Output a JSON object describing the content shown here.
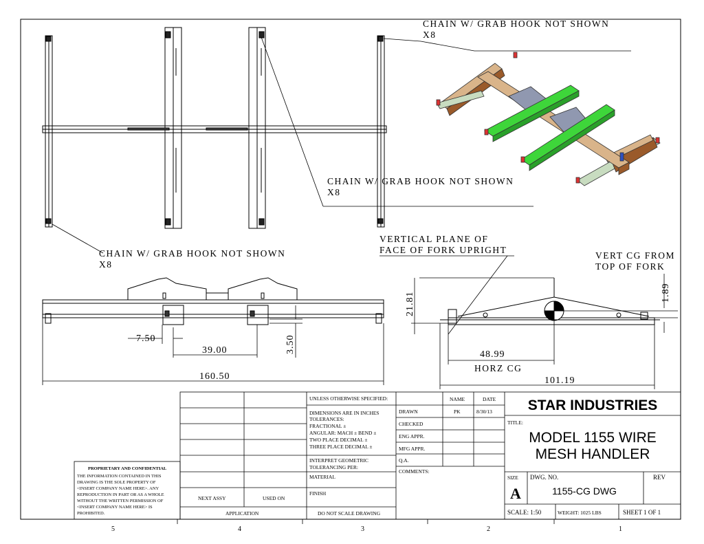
{
  "callouts": {
    "chain_top_right": "CHAIN W/ GRAB HOOK NOT SHOWN",
    "chain_top_right_qty": "X8",
    "chain_middle": "CHAIN W/ GRAB HOOK NOT SHOWN",
    "chain_middle_qty": "X8",
    "chain_left": "CHAIN W/ GRAB HOOK NOT SHOWN",
    "chain_left_qty": "X8",
    "vertical_plane_1": "VERTICAL PLANE OF",
    "vertical_plane_2": "FACE OF FORK UPRIGHT",
    "vert_cg_1": "VERT CG FROM",
    "vert_cg_2": "TOP OF FORK",
    "horz_cg": "HORZ CG"
  },
  "dimensions": {
    "d_7_50": "7.50",
    "d_39_00": "39.00",
    "d_3_50": "3.50",
    "d_160_50": "160.50",
    "d_21_81": "21.81",
    "d_48_99": "48.99",
    "d_101_19": "101.19",
    "d_1_89": "1.89"
  },
  "title_block": {
    "company": "STAR INDUSTRIES",
    "title_label": "TITLE:",
    "title_line1": "MODEL 1155 WIRE",
    "title_line2": "MESH HANDLER",
    "size_label": "SIZE",
    "size_value": "A",
    "dwg_no_label": "DWG. NO.",
    "dwg_no_value": "1155-CG DWG",
    "rev_label": "REV",
    "scale": "SCALE: 1:50",
    "weight": "WEIGHT: 1025 LBS",
    "sheet": "SHEET 1 OF 1",
    "col_name": "NAME",
    "col_date": "DATE",
    "rows": [
      "DRAWN",
      "CHECKED",
      "ENG APPR.",
      "MFG APPR.",
      "Q.A.",
      "COMMENTS:"
    ],
    "drawn_name": "PK",
    "drawn_date": "8/30/13",
    "spec_1": "UNLESS OTHERWISE SPECIFIED:",
    "spec_2": "DIMENSIONS ARE IN INCHES",
    "spec_3": "TOLERANCES:",
    "spec_4": "FRACTIONAL ±",
    "spec_5": "ANGULAR: MACH ±    BEND ±",
    "spec_6": "TWO PLACE DECIMAL    ±",
    "spec_7": "THREE PLACE DECIMAL  ±",
    "spec_8": "INTERPRET GEOMETRIC",
    "spec_9": "TOLERANCING PER:",
    "material": "MATERIAL",
    "finish": "FINISH",
    "do_not_scale": "DO NOT SCALE DRAWING",
    "next_assy": "NEXT ASSY",
    "used_on": "USED ON",
    "application": "APPLICATION"
  },
  "proprietary": {
    "heading": "PROPRIETARY AND CONFIDENTIAL",
    "l1": "THE INFORMATION CONTAINED IN THIS",
    "l2": "DRAWING IS THE SOLE PROPERTY OF",
    "l3": "<INSERT COMPANY NAME HERE>.  ANY",
    "l4": "REPRODUCTION IN PART OR AS A WHOLE",
    "l5": "WITHOUT THE WRITTEN PERMISSION OF",
    "l6": "<INSERT COMPANY NAME HERE> IS",
    "l7": "PROHIBITED."
  },
  "zones": [
    "5",
    "4",
    "3",
    "2",
    "1"
  ],
  "colors": {
    "green": "#3ed63a",
    "brown": "#9a5a2a",
    "tan": "#d9b48a",
    "gray": "#9098b0",
    "pale": "#c8dcc0"
  }
}
